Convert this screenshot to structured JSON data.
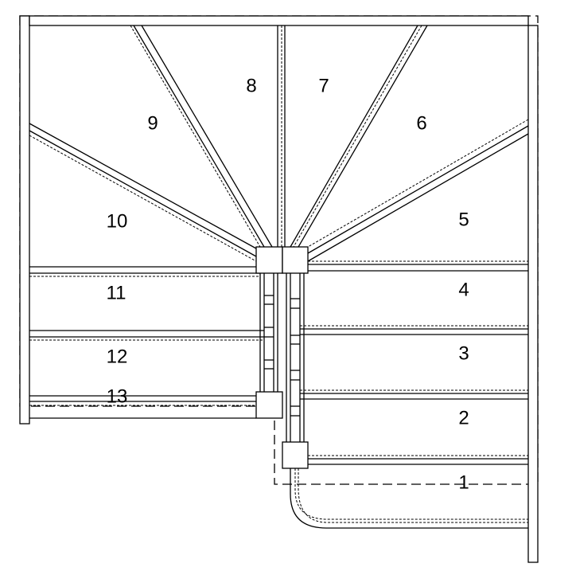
{
  "title": "Staircase plan",
  "step_labels": [
    "1",
    "2",
    "3",
    "4",
    "5",
    "6",
    "7",
    "8",
    "9",
    "10",
    "11",
    "12",
    "13"
  ],
  "colors": {
    "line": "#000000",
    "background": "#ffffff"
  }
}
